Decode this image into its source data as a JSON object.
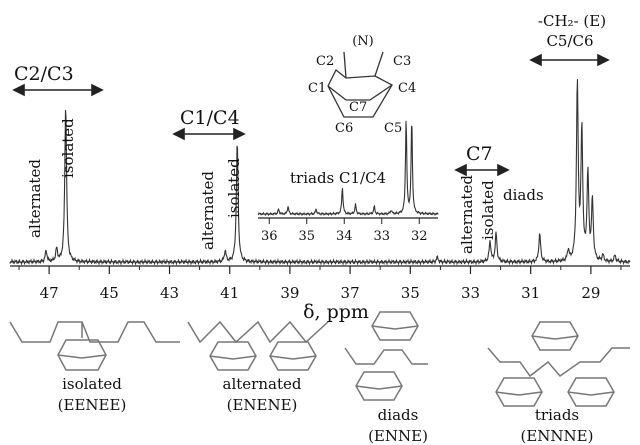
{
  "chart_data": {
    "type": "line",
    "title": "",
    "xlabel": "δ, ppm",
    "ylabel": "",
    "x_reversed": true,
    "xlim": [
      48.3,
      27.7
    ],
    "x_ticks": [
      47,
      45,
      43,
      41,
      39,
      37,
      35,
      33,
      31,
      29
    ],
    "grid": false,
    "legend": "none",
    "peaks": [
      {
        "ppm": 47.1,
        "height": 0.07
      },
      {
        "ppm": 46.75,
        "height": 0.08
      },
      {
        "ppm": 46.45,
        "height": 1.0
      },
      {
        "ppm": 41.15,
        "height": 0.07
      },
      {
        "ppm": 40.75,
        "height": 0.76
      },
      {
        "ppm": 34.1,
        "height": 0.03
      },
      {
        "ppm": 32.35,
        "height": 0.13
      },
      {
        "ppm": 32.15,
        "height": 0.18
      },
      {
        "ppm": 30.7,
        "height": 0.18
      },
      {
        "ppm": 29.75,
        "height": 0.07
      },
      {
        "ppm": 29.45,
        "height": 1.12
      },
      {
        "ppm": 29.3,
        "height": 0.82
      },
      {
        "ppm": 29.1,
        "height": 0.55
      },
      {
        "ppm": 28.95,
        "height": 0.38
      },
      {
        "ppm": 28.6,
        "height": 0.04
      },
      {
        "ppm": 28.2,
        "height": 0.04
      }
    ],
    "inset": {
      "label": "triads C1/C4",
      "x_ticks": [
        36,
        35,
        34,
        33,
        32
      ],
      "xlim": [
        36.3,
        31.5
      ],
      "peaks": [
        {
          "ppm": 35.75,
          "height": 0.05
        },
        {
          "ppm": 35.5,
          "height": 0.08
        },
        {
          "ppm": 34.75,
          "height": 0.05
        },
        {
          "ppm": 34.05,
          "height": 0.28
        },
        {
          "ppm": 33.7,
          "height": 0.1
        },
        {
          "ppm": 33.2,
          "height": 0.08
        },
        {
          "ppm": 32.75,
          "height": 0.04
        },
        {
          "ppm": 32.35,
          "height": 1.0
        },
        {
          "ppm": 32.2,
          "height": 1.0
        }
      ]
    },
    "annotations": {
      "c2c3": "C2/C3",
      "c1c4": "C1/C4",
      "c7": "C7",
      "ch2": "-CH₂- (E)",
      "c5c6": "C5/C6",
      "alternated": "alternated",
      "isolated": "isolated",
      "diads": "diads"
    },
    "molecule": {
      "n": "(N)",
      "c1": "C1",
      "c2": "C2",
      "c3": "C3",
      "c4": "C4",
      "c5": "C5",
      "c6": "C6",
      "c7": "C7"
    },
    "structures": [
      {
        "name": "isolated",
        "code": "(EENEE)"
      },
      {
        "name": "alternated",
        "code": "(ENENE)"
      },
      {
        "name": "diads",
        "code": "(ENNE)"
      },
      {
        "name": "triads",
        "code": "(ENNNE)"
      }
    ]
  }
}
